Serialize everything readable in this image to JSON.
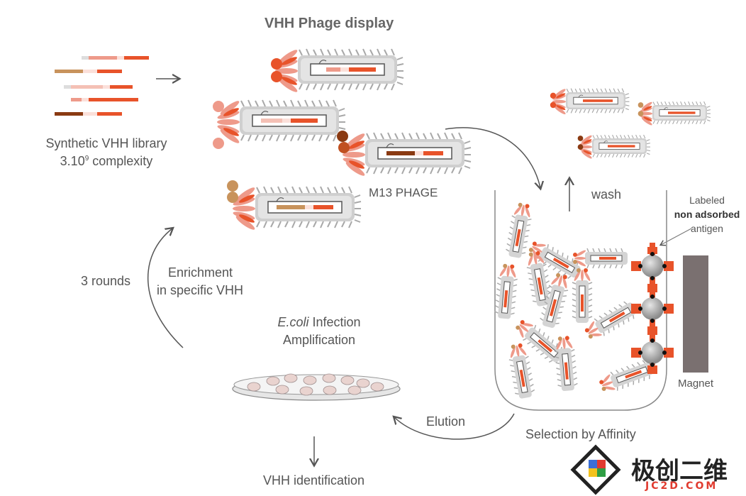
{
  "title": "VHH  Phage display",
  "library": {
    "line1": "Synthetic VHH library",
    "line2_prefix": "3.10",
    "line2_sup": "9",
    "line2_suffix": " complexity"
  },
  "phage_label": "M13 PHAGE",
  "wash_label": "wash",
  "antigen_label": {
    "line1": "Labeled",
    "line2": "non adsorbed",
    "line3": "antigen"
  },
  "magnet_label": "Magnet",
  "selection_label": "Selection by Affinity",
  "elution_label": "Elution",
  "infection_label": {
    "italic": "E.coli",
    "rest": " Infection",
    "line2": "Amplification"
  },
  "enrichment_label": {
    "line1": "Enrichment",
    "line2": "in specific VHH"
  },
  "rounds_label": "3 rounds",
  "identification_label": "VHH identification",
  "logo": {
    "cn": "极创二维",
    "en": "JC2D.COM"
  },
  "colors": {
    "accent": "#e8532a",
    "salmon": "#ee9a8a",
    "gray": "#b9b9b9",
    "brown": "#8a3a12",
    "tan": "#c8935c"
  }
}
